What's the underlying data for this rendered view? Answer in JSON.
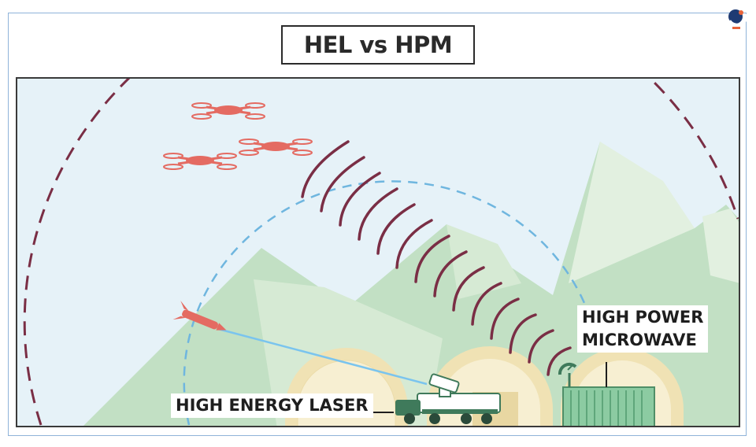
{
  "title": "HEL vs HPM",
  "labels": {
    "hel": "HIGH ENERGY LASER",
    "hpm_line1": "HIGH POWER",
    "hpm_line2": "MICROWAVE"
  },
  "colors": {
    "sky": "#e6f2f8",
    "mountain_dark": "#c2e0c4",
    "mountain_light": "#e2f0e0",
    "hangar": "#f0e2b4",
    "hpm_range": "#7a2e45",
    "hel_range": "#6fb6df",
    "drone": "#e46b62",
    "container": "#8ccba2",
    "laser_beam": "#7ac4ee",
    "brand_orange": "#e8643a",
    "brand_blue": "#1f3b73"
  },
  "icons": [
    "drone-icon",
    "missile-icon",
    "laser-vehicle-icon",
    "microwave-container-icon",
    "satellite-dish-icon",
    "logo-icon"
  ]
}
